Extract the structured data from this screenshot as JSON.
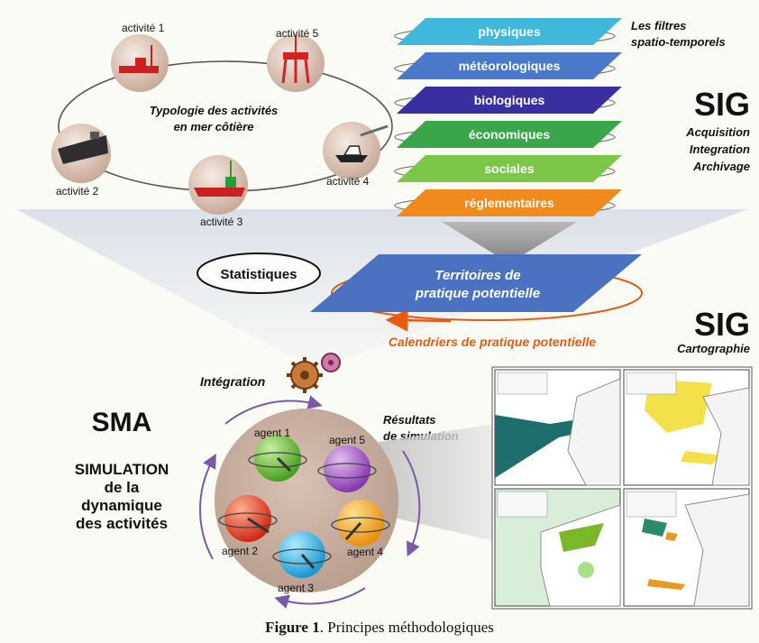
{
  "activities": {
    "title_line1": "Typologie des activités",
    "title_line2": "en mer côtière",
    "items": [
      {
        "label": "activité 1",
        "icon": "trawler-icon"
      },
      {
        "label": "activité 5",
        "icon": "oil-platform-icon"
      },
      {
        "label": "activité 2",
        "icon": "cargo-ship-icon"
      },
      {
        "label": "activité 4",
        "icon": "pleasure-boat-icon"
      },
      {
        "label": "activité 3",
        "icon": "fishing-boat-icon"
      }
    ]
  },
  "filters": {
    "title_line1": "Les filtres",
    "title_line2": "spatio-temporels",
    "layers": [
      {
        "label": "physiques",
        "color": "#3fb8dc"
      },
      {
        "label": "météorologiques",
        "color": "#4b78c8"
      },
      {
        "label": "biologiques",
        "color": "#3a2fa0"
      },
      {
        "label": "économiques",
        "color": "#3aa64a"
      },
      {
        "label": "sociales",
        "color": "#7cc64a"
      },
      {
        "label": "réglementaires",
        "color": "#f08a1c"
      }
    ]
  },
  "sig_top": {
    "title": "SIG",
    "lines": [
      "Acquisition",
      "Integration",
      "Archivage"
    ]
  },
  "statistiques": "Statistiques",
  "territoires": {
    "line1": "Territoires de",
    "line2": "pratique potentielle",
    "color": "#4b72c0"
  },
  "calendriers": {
    "label": "Calendriers de pratique potentielle",
    "color": "#e85a10"
  },
  "sig_bottom": {
    "title": "SIG",
    "subtitle": "Cartographie"
  },
  "integration": "Intégration",
  "resultats": {
    "line1": "Résultats",
    "line2": "de simulation"
  },
  "sma": {
    "title": "SMA",
    "lines": [
      "SIMULATION",
      "de la",
      "dynamique",
      "des activités"
    ]
  },
  "agents": [
    {
      "label": "agent 1",
      "color": "#5ab82e"
    },
    {
      "label": "agent 5",
      "color": "#9a4ac0"
    },
    {
      "label": "agent 2",
      "color": "#e2382a"
    },
    {
      "label": "agent 4",
      "color": "#f2a51a"
    },
    {
      "label": "agent 3",
      "color": "#2ea8dc"
    }
  ],
  "caption": {
    "bold": "Figure 1",
    "text": ". Principes méthodologiques"
  }
}
